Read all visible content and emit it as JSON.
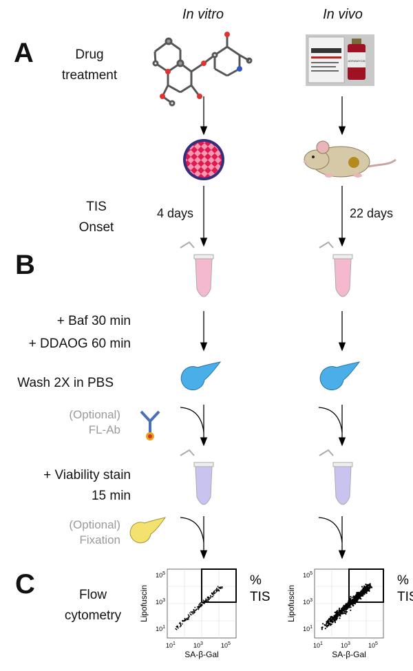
{
  "headers": {
    "left": "In vitro",
    "right": "In vivo"
  },
  "panels": {
    "a": "A",
    "b": "B",
    "c": "C"
  },
  "steps": {
    "drug_line1": "Drug",
    "drug_line2": "treatment",
    "tis_line1": "TIS",
    "tis_line2": "Onset",
    "baf": "+ Baf 30 min",
    "ddaog": "+ DDAOG 60 min",
    "wash": "Wash 2X in PBS",
    "opt_ab_1": "(Optional)",
    "opt_ab_2": "FL-Ab",
    "viability_1": "+ Viability stain",
    "viability_2": "15 min",
    "opt_fix_1": "(Optional)",
    "opt_fix_2": "Fixation",
    "flow_1": "Flow",
    "flow_2": "cytometry"
  },
  "durations": {
    "in_vitro": "4 days",
    "in_vivo": "22 days"
  },
  "vial_label": "ADRIAMYCIN",
  "plots": {
    "ylabel": "Lipofuscin",
    "xlabel": "SA-β-Gal",
    "yticks": [
      "10",
      "10",
      "10"
    ],
    "yexp": [
      "5",
      "3",
      "1"
    ],
    "xticks": [
      "10",
      "10",
      "10"
    ],
    "xexp": [
      "1",
      "3",
      "5"
    ],
    "gate_label_1": "%",
    "gate_label_2": "TIS"
  },
  "colors": {
    "tube_pink": "#f4b8cf",
    "tube_purple": "#c9c3ef",
    "drop_blue": "#4aaee8",
    "drop_yellow": "#f3e170",
    "dish_red": "#e0194f"
  }
}
